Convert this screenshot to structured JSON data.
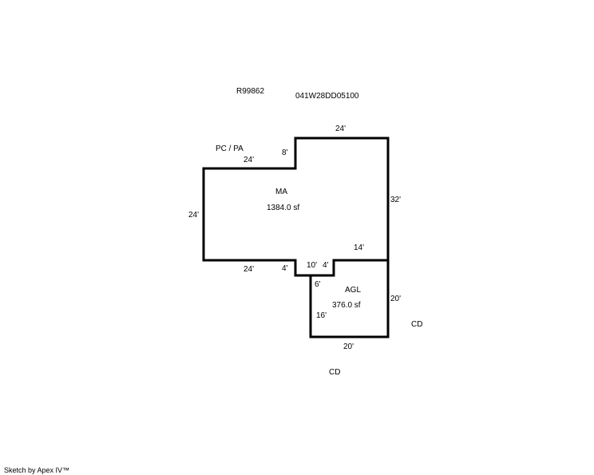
{
  "header": {
    "record_id": "R99862",
    "parcel_id": "041W28DD05100"
  },
  "areas": [
    {
      "code": "MA",
      "area": "1384.0 sf"
    },
    {
      "code": "AGL",
      "area": "376.0 sf"
    }
  ],
  "labels": {
    "pc_pa": "PC / PA",
    "cd_right": "CD",
    "cd_bottom": "CD"
  },
  "dimensions": {
    "ma_top": "24'",
    "ma_step": "8'",
    "ma_top_left": "24'",
    "ma_left": "24'",
    "ma_right": "32'",
    "ma_bottom_left": "24'",
    "ma_notch_left": "4'",
    "ma_notch_width": "10'",
    "ma_notch_right": "4'",
    "ma_bottom_right": "14'",
    "agl_top_left": "6'",
    "agl_left": "16'",
    "agl_right": "20'",
    "agl_bottom": "20'"
  },
  "footer": {
    "credit": "Sketch by Apex IV™"
  }
}
